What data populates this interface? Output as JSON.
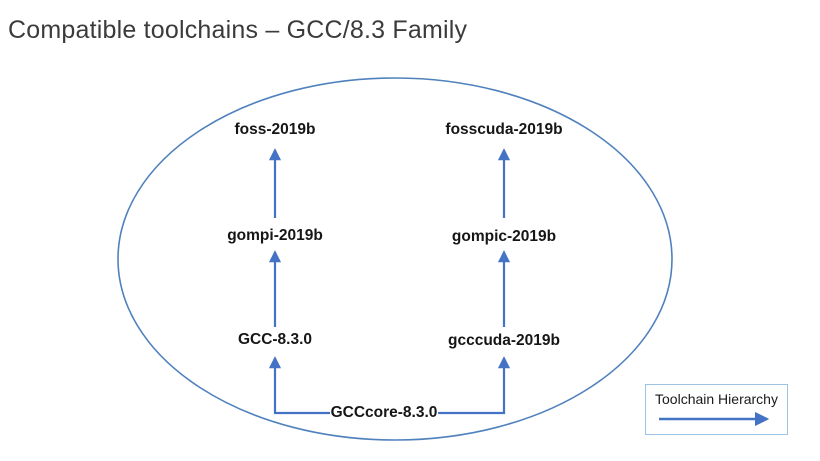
{
  "title": "Compatible toolchains – GCC/8.3 Family",
  "diagram": {
    "nodes": {
      "foss": "foss-2019b",
      "fosscuda": "fosscuda-2019b",
      "gompi": "gompi-2019b",
      "gompic": "gompic-2019b",
      "gcc": "GCC-8.3.0",
      "gcccuda": "gcccuda-2019b",
      "gcccore": "GCCcore-8.3.0"
    },
    "edges": [
      {
        "from": "GCCcore-8.3.0",
        "to": "GCC-8.3.0"
      },
      {
        "from": "GCCcore-8.3.0",
        "to": "gcccuda-2019b"
      },
      {
        "from": "GCC-8.3.0",
        "to": "gompi-2019b"
      },
      {
        "from": "gompi-2019b",
        "to": "foss-2019b"
      },
      {
        "from": "gcccuda-2019b",
        "to": "gompic-2019b"
      },
      {
        "from": "gompic-2019b",
        "to": "fosscuda-2019b"
      }
    ],
    "colors": {
      "arrow": "#4472c4",
      "ellipse_stroke": "#4f81bd",
      "legend_border": "#9dc3e6",
      "title_text": "#3b3b3b",
      "node_text": "#161616"
    }
  },
  "legend": {
    "label": "Toolchain Hierarchy"
  }
}
